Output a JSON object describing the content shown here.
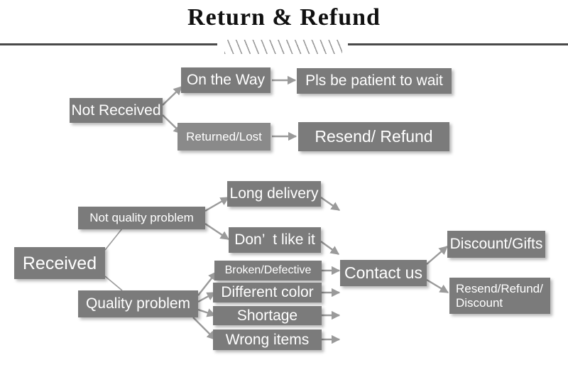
{
  "header": {
    "title": "Return & Refund",
    "divider_icon": "diagonal-hatch-divider"
  },
  "colors": {
    "node_fill": "#7b7b7b",
    "node_fill_light": "#8a8a8a",
    "node_text": "#ffffff",
    "connector": "#9a9a9a",
    "divider": "#4a4a4a",
    "background": "#ffffff"
  },
  "flow": {
    "sections": [
      {
        "id": "not-received",
        "root": "Not Received",
        "branches": [
          {
            "condition": "On the Way",
            "outcome": "Pls be patient to wait"
          },
          {
            "condition": "Returned/Lost",
            "outcome": "Resend/ Refund"
          }
        ]
      },
      {
        "id": "received",
        "root": "Received",
        "branches": [
          {
            "condition": "Not quality problem",
            "reasons": [
              "Long delivery",
              "Don’  t like it"
            ]
          },
          {
            "condition": "Quality problem",
            "reasons": [
              "Broken/Defective",
              "Different color",
              "Shortage",
              "Wrong items"
            ]
          }
        ],
        "action": "Contact us",
        "outcomes": [
          "Discount/Gifts",
          "Resend/Refund/\nDiscount"
        ]
      }
    ]
  },
  "nodes": {
    "not_received": "Not Received",
    "on_the_way": "On the Way",
    "pls_be_patient": "Pls be patient to wait",
    "returned_lost": "Returned/Lost",
    "resend_refund": "Resend/ Refund",
    "received": "Received",
    "not_quality_problem": "Not quality problem",
    "quality_problem": "Quality problem",
    "long_delivery": "Long delivery",
    "dont_like_it": "Don’  t like it",
    "broken_defective": "Broken/Defective",
    "different_color": "Different color",
    "shortage": "Shortage",
    "wrong_items": "Wrong items",
    "contact_us": "Contact us",
    "discount_gifts": "Discount/Gifts",
    "resend_refund_discount": "Resend/Refund/\nDiscount"
  }
}
